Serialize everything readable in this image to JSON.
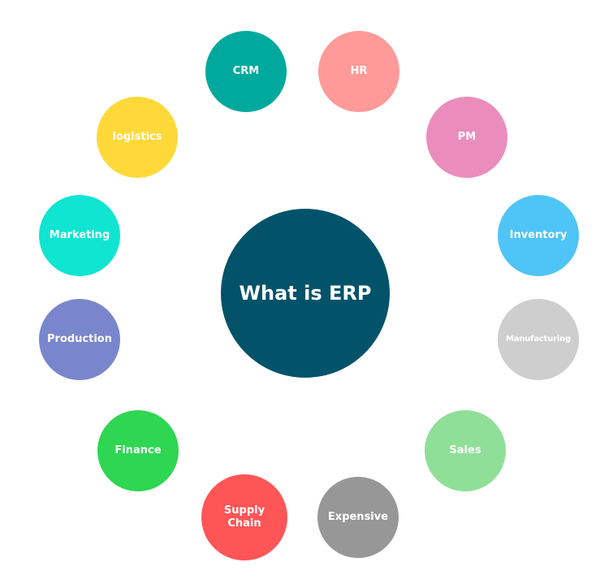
{
  "center": {
    "label": "What is ERP",
    "color": "#02536a"
  },
  "nodes": {
    "crm": {
      "label": "CRM",
      "color": "#00a99d"
    },
    "hr": {
      "label": "HR",
      "color": "#ff9a98"
    },
    "pm": {
      "label": "PM",
      "color": "#ea8dbd"
    },
    "inventory": {
      "label": "Inventory",
      "color": "#4fc4f6"
    },
    "manufacturing": {
      "label": "Manufacturing",
      "color": "#cecece"
    },
    "sales": {
      "label": "Sales",
      "color": "#90df98"
    },
    "expensive": {
      "label": "Expensive",
      "color": "#979797"
    },
    "supply_chain": {
      "label": "Supply\nChain",
      "color": "#fe5557"
    },
    "finance": {
      "label": "Finance",
      "color": "#2ed652"
    },
    "production": {
      "label": "Production",
      "color": "#7a86cb"
    },
    "marketing": {
      "label": "Marketing",
      "color": "#0fe5d0"
    },
    "logistics": {
      "label": "logistics",
      "color": "#ffd93a"
    }
  }
}
